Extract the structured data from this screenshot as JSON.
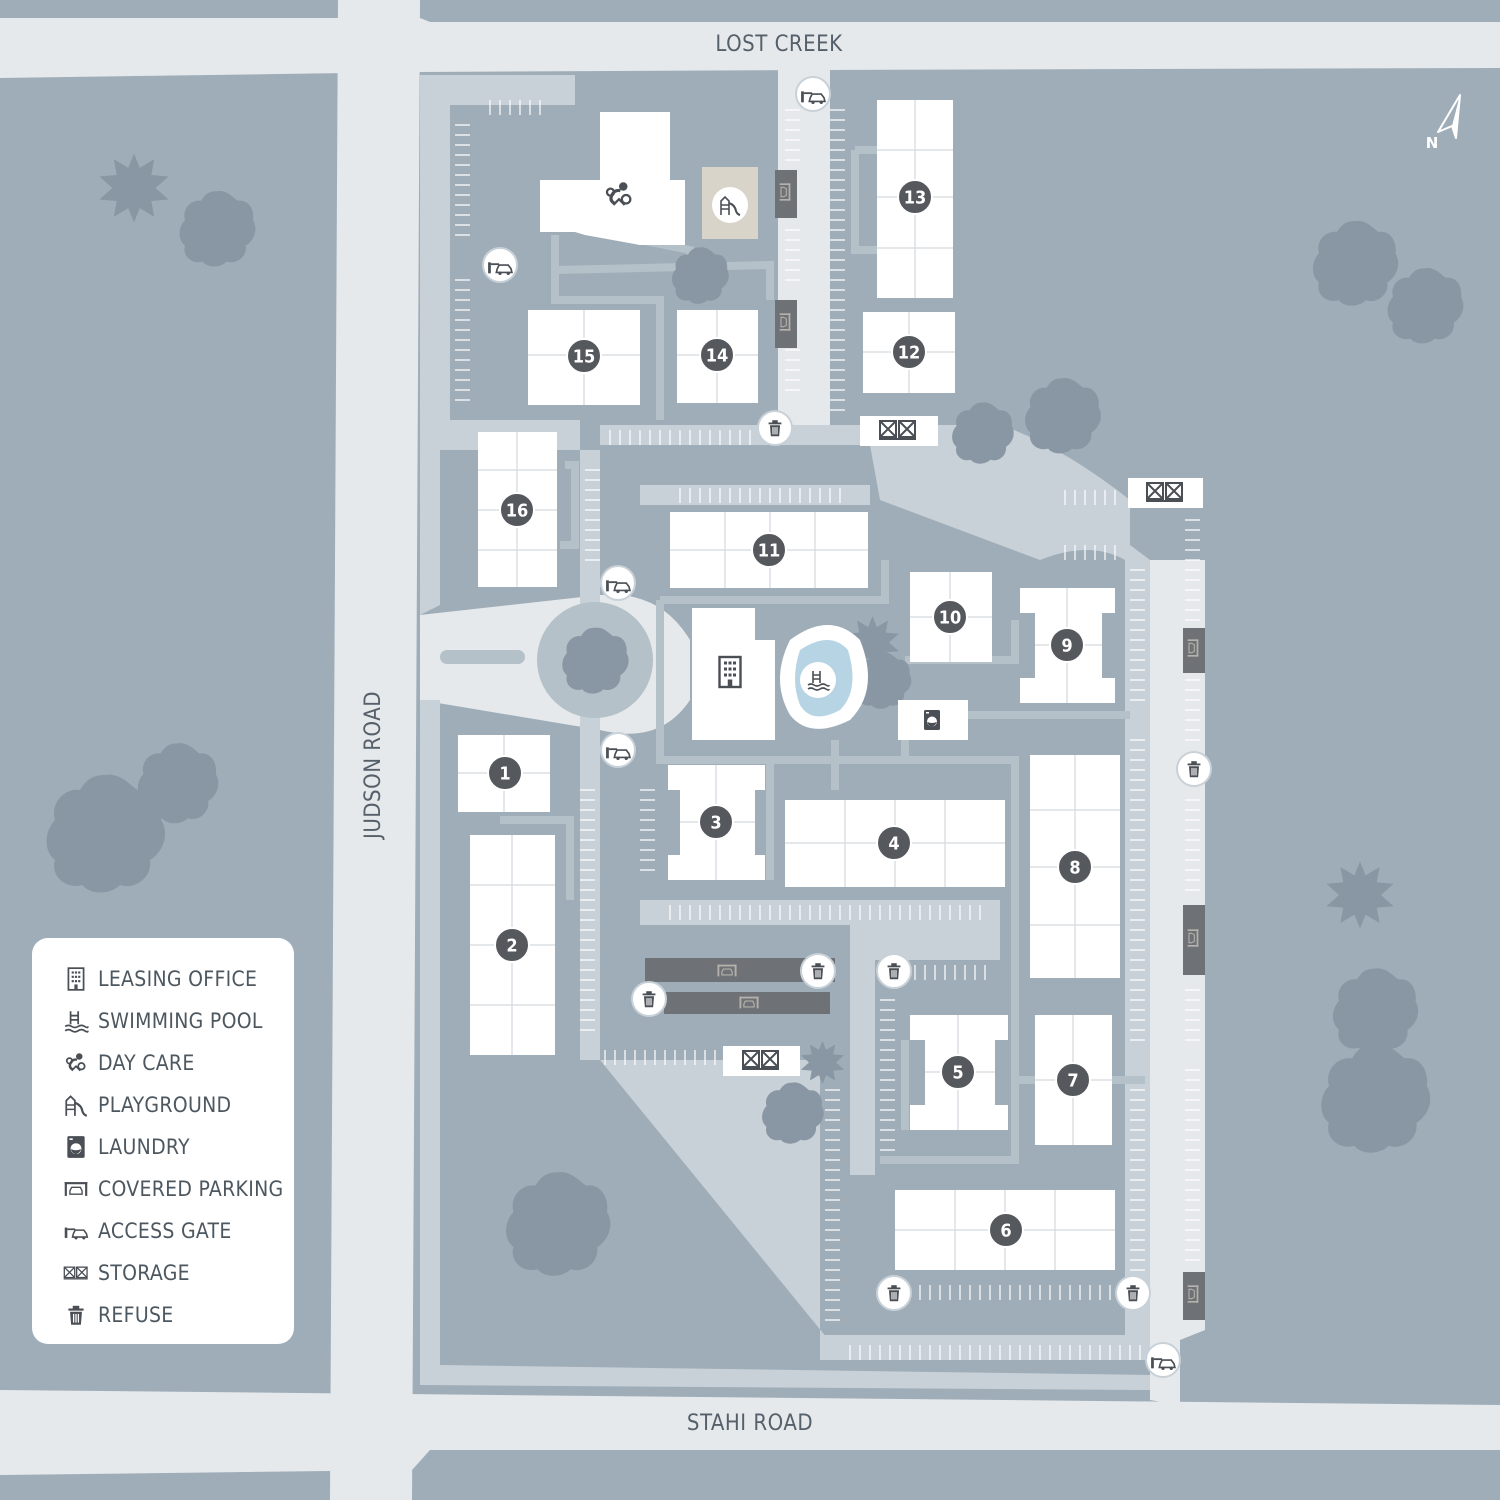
{
  "roads": {
    "north": "LOST CREEK",
    "west": "JUDSON ROAD",
    "south": "STAHI ROAD"
  },
  "compass": {
    "label": "N"
  },
  "buildings": [
    {
      "number": "1"
    },
    {
      "number": "2"
    },
    {
      "number": "3"
    },
    {
      "number": "4"
    },
    {
      "number": "5"
    },
    {
      "number": "6"
    },
    {
      "number": "7"
    },
    {
      "number": "8"
    },
    {
      "number": "9"
    },
    {
      "number": "10"
    },
    {
      "number": "11"
    },
    {
      "number": "12"
    },
    {
      "number": "13"
    },
    {
      "number": "14"
    },
    {
      "number": "15"
    },
    {
      "number": "16"
    }
  ],
  "legend": {
    "items": [
      {
        "icon": "leasing-office-icon",
        "label": "LEASING OFFICE"
      },
      {
        "icon": "swimming-pool-icon",
        "label": "SWIMMING POOL"
      },
      {
        "icon": "day-care-icon",
        "label": "DAY CARE"
      },
      {
        "icon": "playground-icon",
        "label": "PLAYGROUND"
      },
      {
        "icon": "laundry-icon",
        "label": "LAUNDRY"
      },
      {
        "icon": "covered-parking-icon",
        "label": "COVERED PARKING"
      },
      {
        "icon": "access-gate-icon",
        "label": "ACCESS GATE"
      },
      {
        "icon": "storage-icon",
        "label": "STORAGE"
      },
      {
        "icon": "refuse-icon",
        "label": "REFUSE"
      }
    ]
  },
  "colors": {
    "ground": "#9fadb8",
    "road": "#e6e9ec",
    "paving": "#c8d1d8",
    "path": "#b4c1c9",
    "building": "#ffffff",
    "tree": "#8997a4",
    "marker": "#55595e",
    "icon_gray": "#4a4f55"
  }
}
